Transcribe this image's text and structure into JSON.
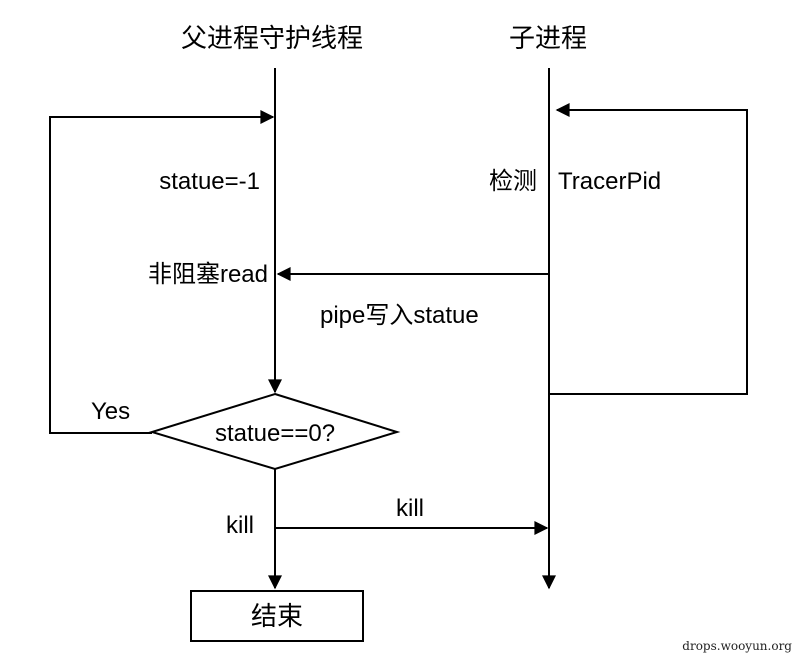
{
  "headers": {
    "parent": "父进程守护线程",
    "child": "子进程"
  },
  "labels": {
    "status_init": "statue=-1",
    "nonblock_read": "非阻塞read",
    "pipe_write": "pipe写入statue",
    "detect": "检测",
    "tracer_pid": "TracerPid",
    "yes": "Yes",
    "kill_left": "kill",
    "kill_arrow": "kill"
  },
  "decision": {
    "text": "statue==0?"
  },
  "end_box": {
    "text": "结束"
  },
  "watermark": "drops.wooyun.org"
}
